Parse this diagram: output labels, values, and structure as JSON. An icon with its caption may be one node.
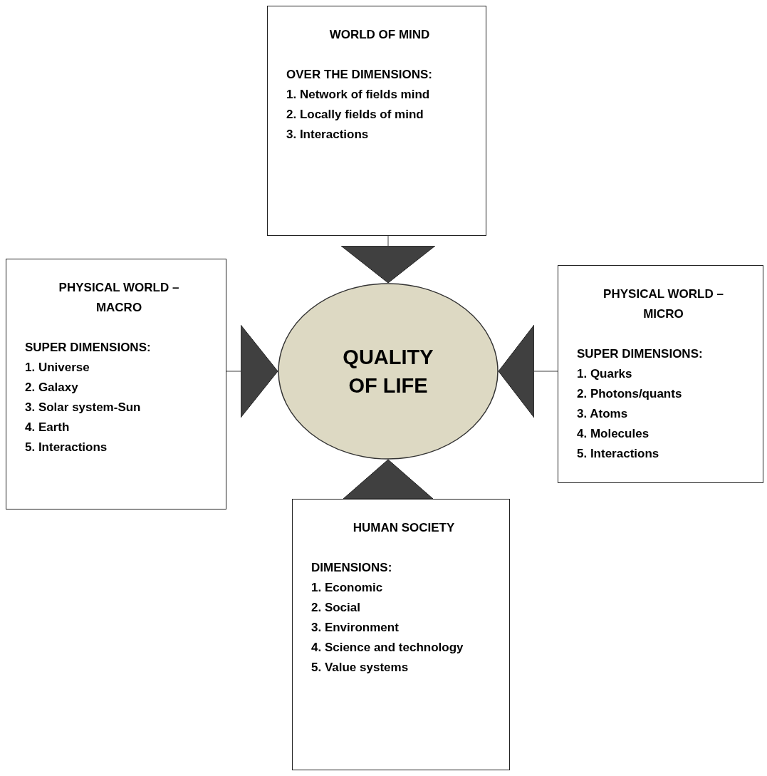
{
  "diagram": {
    "nodes": [
      {
        "text": [
          "WORLD OF MIND",
          "OVER THE DIMENSIONS:",
          "1. Network of fields mind",
          "2. Locally fields of mind",
          "3. Interactions"
        ]
      },
      {
        "text": [
          "PHYSICAL WORLD – MACRO",
          "SUPER DIMENSIONS:",
          "1. Universe",
          "2. Galaxy",
          "3. Solar system-Sun",
          "4. Earth",
          "5. Interactions"
        ]
      },
      {
        "text": [
          "QUALITY OF LIFE"
        ]
      },
      {
        "text": [
          "PHYSICAL WORLD – MICRO",
          "SUPER DIMENSIONS:",
          "1. Quarks",
          "2. Photons/quants",
          "3. Atoms",
          "4. Molecules",
          "5. Interactions"
        ]
      },
      {
        "text": [
          "HUMAN SOCIETY",
          "DIMENSIONS:",
          "1. Economic",
          "2. Social",
          "3. Environment",
          "4. Science and technology",
          "5. Value systems"
        ]
      }
    ],
    "edges": [
      {
        "from": 0,
        "to": 2,
        "arrow": "to"
      },
      {
        "from": 1,
        "to": 2,
        "arrow": "to"
      },
      {
        "from": 3,
        "to": 2,
        "arrow": "to"
      },
      {
        "from": 4,
        "to": 2,
        "arrow": "to"
      }
    ]
  }
}
